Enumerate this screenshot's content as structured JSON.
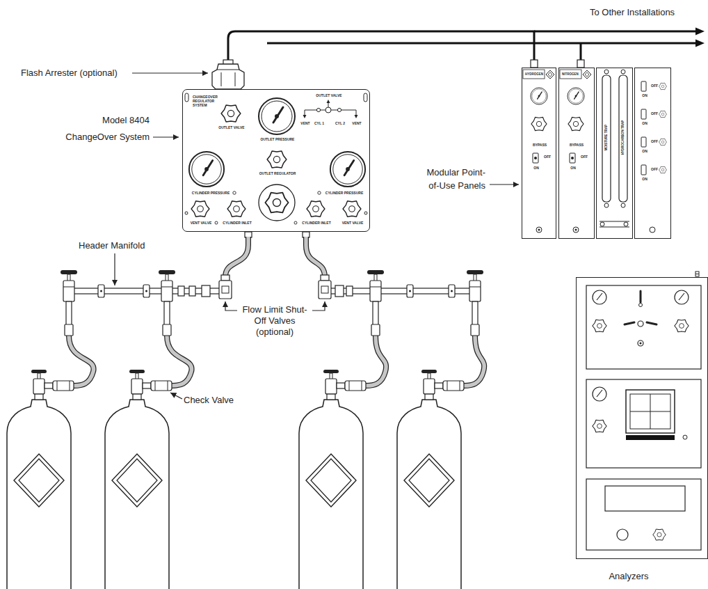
{
  "diagram": {
    "nodes": [
      {
        "text": [
          "CHANGEOVER REGULATOR SYSTEM",
          "OUTLET VALVE",
          "OUTLET PRESSURE",
          "OUTLET VALVE",
          "VENT",
          "CYL 1",
          "CYL 2",
          "VENT",
          "CYLINDER PRESSURE",
          "OUTLET REGULATOR",
          "CYLINDER PRESSURE",
          "VENT VALVE",
          "CYLINDER INLET",
          "CYLINDER INLET",
          "VENT VALVE"
        ]
      },
      {
        "text": [
          "HYDROGEN",
          "BYPASS",
          "OFF",
          "ON"
        ]
      },
      {
        "text": [
          "NITROGEN",
          "BYPASS",
          "OFF",
          "ON"
        ]
      },
      {
        "text": [
          "MOISTURE TRAP",
          "HYDROCARBON TRAP"
        ]
      },
      {
        "text": [
          "OFF",
          "ON",
          "OFF",
          "ON",
          "OFF",
          "ON",
          "OFF",
          "ON"
        ]
      },
      {
        "text": [
          "Analyzers"
        ]
      }
    ],
    "edges": [
      {
        "from": 0,
        "to": 1,
        "arrow": "none"
      }
    ],
    "labels": [
      "To Other Installations",
      "Flash Arrester (optional)",
      "Model 8404 ChangeOver System",
      "Modular Point-of-Use Panels",
      "Header Manifold",
      "Flow Limit Shut-Off Valves (optional)",
      "Check Valve"
    ]
  }
}
